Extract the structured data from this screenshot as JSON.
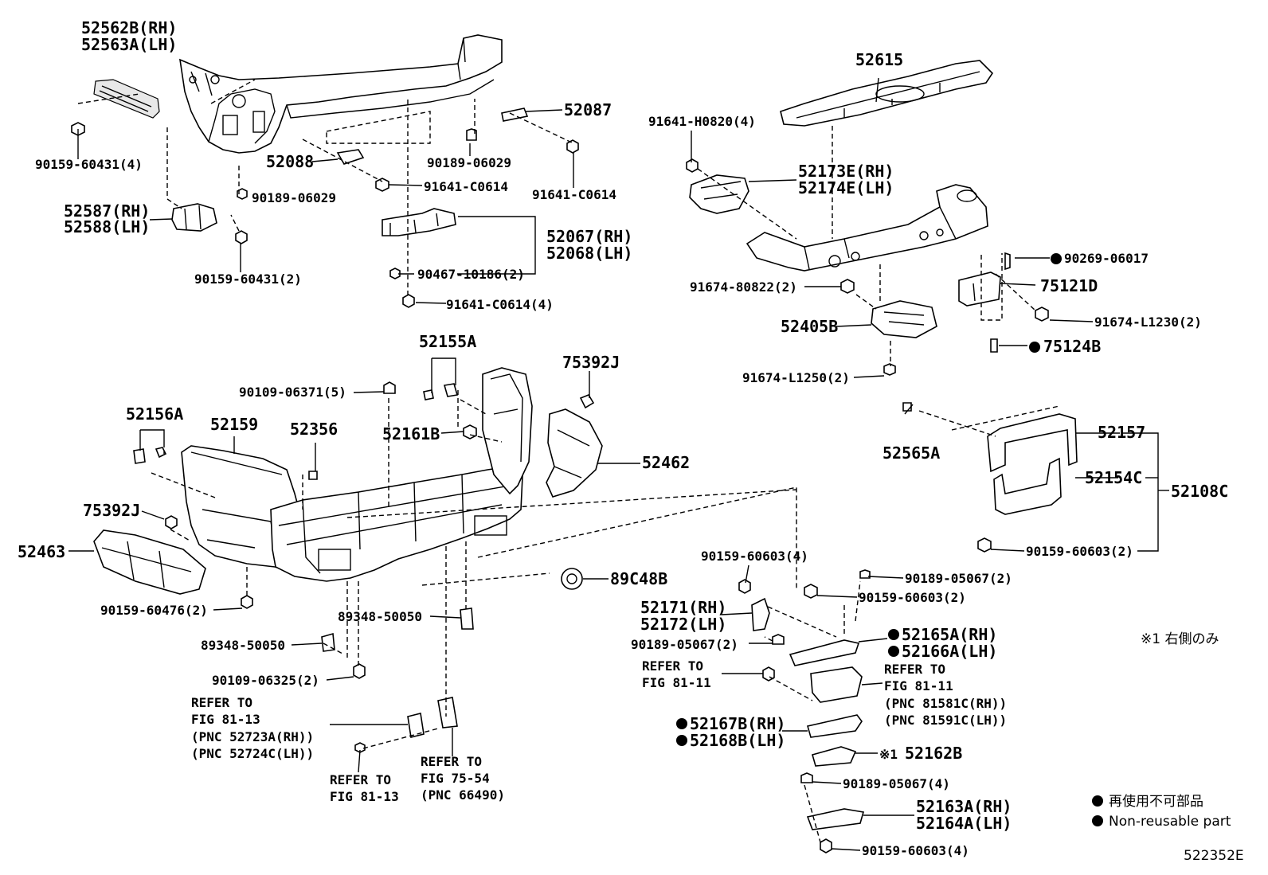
{
  "diagram": {
    "figure_code": "522352E",
    "legend": {
      "dot_meaning_ja": "再使用不可部品",
      "dot_meaning_en": "Non-reusable part",
      "note1": "※1 右側のみ"
    },
    "labels": {
      "l1a": "52562B(RH)",
      "l1b": "52563A(LH)",
      "l2": "90159-60431(4)",
      "l3": "52088",
      "l4": "90189-06029",
      "l5": "91641-C0614",
      "l6": "52087",
      "l7": "90189-06029",
      "l8": "91641-C0614",
      "l9a": "52587(RH)",
      "l9b": "52588(LH)",
      "l10": "90159-60431(2)",
      "l11a": "52067(RH)",
      "l11b": "52068(LH)",
      "l12": "90467-10186(2)",
      "l13": "91641-C0614(4)",
      "l14": "52615",
      "l15": "91641-H0820(4)",
      "l16a": "52173E(RH)",
      "l16b": "52174E(LH)",
      "l17": "90269-06017",
      "l18": "75121D",
      "l19": "91674-80822(2)",
      "l20": "52405B",
      "l21": "91674-L1230(2)",
      "l22": "75124B",
      "l23": "91674-L1250(2)",
      "l24": "52155A",
      "l25": "75392J",
      "l26": "90109-06371(5)",
      "l27": "52156A",
      "l28": "52159",
      "l29": "52356",
      "l30": "52161B",
      "l31": "52462",
      "l32": "52565A",
      "l33": "52157",
      "l34": "52154C",
      "l35": "52108C",
      "l36": "75392J",
      "l37": "52463",
      "l38": "89C48B",
      "l39": "90159-60603(2)",
      "l40": "90159-60476(2)",
      "l41": "89348-50050",
      "l42": "89348-50050",
      "l43": "90109-06325(2)",
      "l44": "90159-60603(4)",
      "l45": "90189-05067(2)",
      "l46": "90159-60603(2)",
      "l47a": "52171(RH)",
      "l47b": "52172(LH)",
      "l48": "90189-05067(2)",
      "l49a": "52165A(RH)",
      "l49b": "52166A(LH)",
      "l50a": "REFER TO",
      "l50b": "FIG 81-11",
      "l51a": "REFER TO",
      "l51b": "FIG 81-11",
      "l51c": "(PNC 81581C(RH))",
      "l51d": "(PNC 81591C(LH))",
      "l52a": "52167B(RH)",
      "l52b": "52168B(LH)",
      "l53mark": "※1",
      "l53": "52162B",
      "l54": "90189-05067(4)",
      "l55a": "52163A(RH)",
      "l55b": "52164A(LH)",
      "l56": "90159-60603(4)",
      "l57a": "REFER TO",
      "l57b": "FIG 81-13",
      "l57c": "(PNC 52723A(RH))",
      "l57d": "(PNC 52724C(LH))",
      "l58a": "REFER TO",
      "l58b": "FIG 81-13",
      "l59a": "REFER TO",
      "l59b": "FIG 75-54",
      "l59c": "(PNC 66490)"
    }
  }
}
